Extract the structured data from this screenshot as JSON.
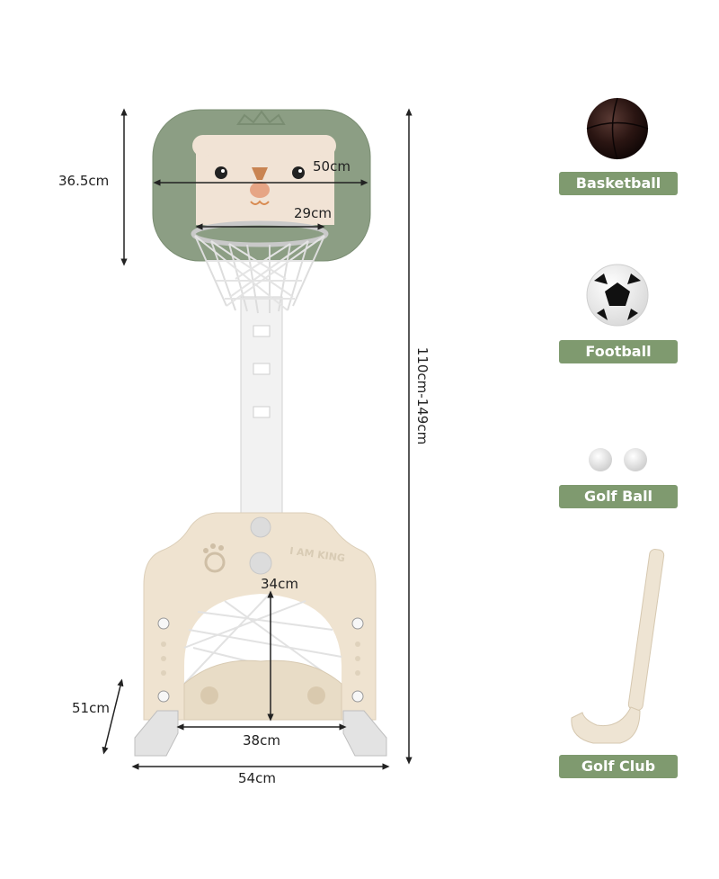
{
  "dimensions": {
    "backboard_height": "36.5cm",
    "backboard_width": "50cm",
    "hoop_diameter": "29cm",
    "total_height": "110cm-149cm",
    "goal_height": "34cm",
    "goal_width": "38cm",
    "base_depth": "51cm",
    "base_width": "54cm"
  },
  "backboard_text": "I AM KING",
  "accessories": [
    {
      "label": "Basketball"
    },
    {
      "label": "Football"
    },
    {
      "label": "Golf Ball"
    },
    {
      "label": "Golf Club"
    }
  ],
  "colors": {
    "backboard_green": "#8c9e84",
    "cream": "#efe3d0",
    "label_green": "#7f9a6f",
    "pole_white": "#f2f2f2"
  }
}
